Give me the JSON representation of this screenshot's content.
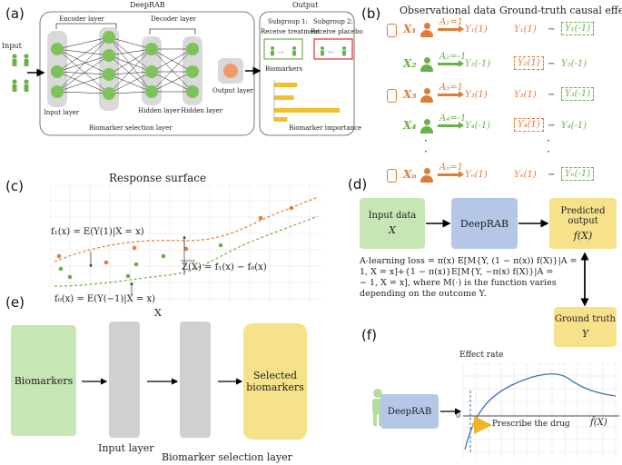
{
  "panels": {
    "a": "(a)",
    "b": "(b)",
    "c": "(c)",
    "d": "(d)",
    "e": "(e)",
    "f": "(f)"
  },
  "a": {
    "deeprab": "DeepRAB",
    "output": "Output",
    "input": "Input",
    "encoder": "Encoder layer",
    "decoder": "Decoder layer",
    "input_layer": "Input layer",
    "hidden1": "Hidden layer",
    "hidden2": "Hidden layer",
    "output_layer": "Output layer",
    "selection": "Biomarker selection layer",
    "sub1_title": "Subgroup 1:",
    "sub1_sub": "Receive treatment",
    "sub2_title": "Subgroup 2:",
    "sub2_sub": "Receive placebo",
    "biomarkers": "Biomarkers",
    "importance": "Biomarker importance",
    "importance_values": [
      0.35,
      0.3,
      1.0,
      0.2
    ]
  },
  "b": {
    "obs_title": "Observational data",
    "gt_title": "Ground-truth causal effects",
    "rows": [
      {
        "x": "X₁",
        "a": "A₁=1",
        "y": "Y₁(1)",
        "g1": "Y₁(1)",
        "g2": "Y₁(-1)"
      },
      {
        "x": "X₂",
        "a": "A₂=-1",
        "y": "Y₂(-1)",
        "g1": "Y₂(1)",
        "g2": "Y₂(-1)"
      },
      {
        "x": "X₃",
        "a": "A₃=1",
        "y": "Y₃(1)",
        "g1": "Y₃(1)",
        "g2": "Y₃(-1)"
      },
      {
        "x": "X₄",
        "a": "A₄=-1",
        "y": "Y₄(-1)",
        "g1": "Y₄(1)",
        "g2": "Y₄(-1)"
      },
      {
        "x": "Xₙ",
        "a": "Aₙ=1",
        "y": "Yₙ(1)",
        "g1": "Yₙ(1)",
        "g2": "Yₙ(-1)"
      }
    ],
    "dots": "·",
    "minus": "−"
  },
  "c": {
    "title": "Response surface",
    "f1": "f₁(x) = E(Y(1)|X = x)",
    "f0": "f₀(x) = E(Y(−1)|X = x)",
    "z": "Z(X) = f₁(x) − f₀(x)",
    "xlabel": "X"
  },
  "d": {
    "input_title": "Input data",
    "input_var": "X",
    "model": "DeepRAB",
    "pred_title": "Predicted output",
    "pred_var": "f(X)",
    "gt_title": "Ground truth",
    "gt_var": "Y",
    "loss_lines": [
      "A-learning loss = π(x) E[M{Y, (1 − π(x)) f(X)}|A =",
      "1, X = x]+{1 − π(x)}E[M{Y, −π(x) f(X)}|A =",
      "− 1, X = x], where M(·) is the function varies",
      "depending on the outcome Y."
    ]
  },
  "e": {
    "biomarkers": "Biomarkers",
    "input_layer": "Input layer",
    "selection": "Biomarker selection layer",
    "selected": "Selected biomarkers"
  },
  "f": {
    "model": "DeepRAB",
    "effect": "Effect rate",
    "zero": "0",
    "prescribe": "Prescribe the drug",
    "fx": "f̂(X)"
  }
}
